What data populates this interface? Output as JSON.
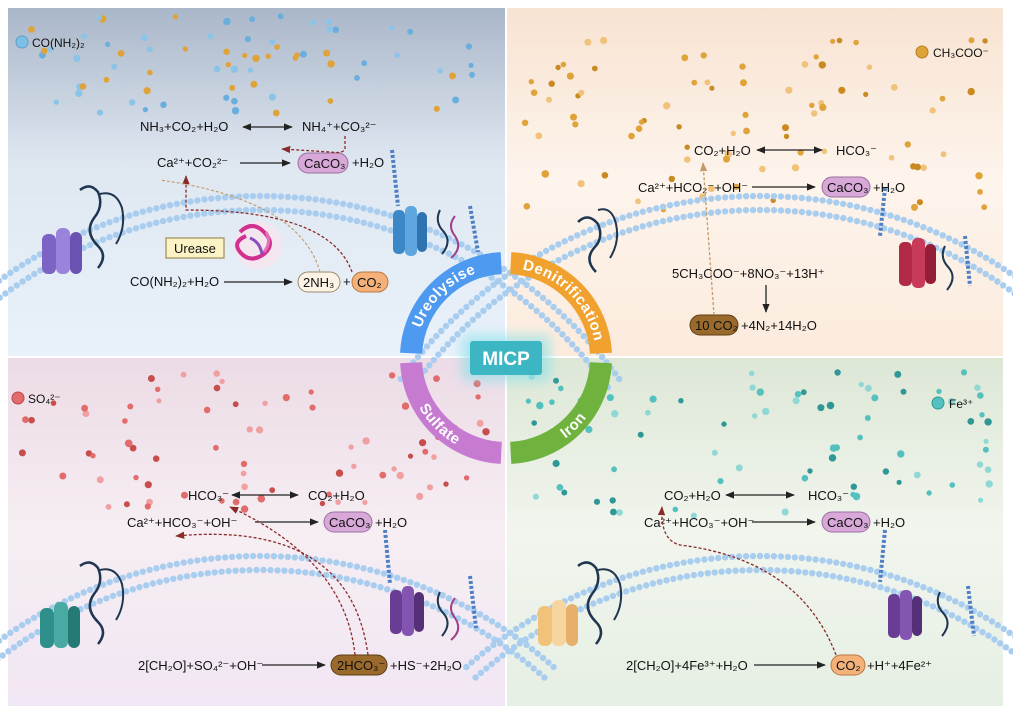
{
  "center": {
    "label": "MICP"
  },
  "ring": {
    "ureolysis": "Ureolysise",
    "denitrification": "Denitrification",
    "sulfate": "Sulfate",
    "iron": "Iron"
  },
  "colors": {
    "ureolysis_ring": "#4e9af0",
    "denitrification_ring": "#f0a12e",
    "sulfate_ring": "#c67ad0",
    "iron_ring": "#6fb23e",
    "micp_box": "#3cb6c2",
    "caco3_pill": "#d7a8d8",
    "co2_pill": "#f4b27a",
    "brown_pill": "#9a6a2c"
  },
  "ureolysis": {
    "legend": "CO(NH₂)₂",
    "eq1_left": "NH₃+CO₂+H₂O",
    "eq1_right": "NH₄⁺+CO₃²⁻",
    "eq2_left": "Ca²⁺+CO₂²⁻",
    "eq2_product": "CaCO₃",
    "eq2_rest": "+H₂O",
    "enzyme": "Urease",
    "eq3_left": "CO(NH₂)₂+H₂O",
    "eq3_product1": "2NH₃",
    "eq3_plus": "+",
    "eq3_product2": "CO₂"
  },
  "denitrification": {
    "legend": "CH₃COO⁻",
    "eq1_left": "CO₂+H₂O",
    "eq1_right": "HCO₃⁻",
    "eq2_left": "Ca²⁺+HCO₂⁻+OH⁻",
    "eq2_product": "CaCO₃",
    "eq2_rest": "+H₂O",
    "eq3": "5CH₃COO⁻+8NO₃⁻+13H⁺",
    "eq4_product": "10 CO₂",
    "eq4_rest": "+4N₂+14H₂O"
  },
  "sulfate": {
    "legend": "SO₄²⁻",
    "eq1_left": "HCO₃⁻",
    "eq1_right": "CO₂+H₂O",
    "eq2_left": "Ca²⁺+HCO₃⁻+OH⁻",
    "eq2_product": "CaCO₃",
    "eq2_rest": "+H₂O",
    "eq3_left": "2[CH₂O]+SO₄²⁻+OH⁻",
    "eq3_product": "2HCO₃⁻",
    "eq3_rest": "+HS⁻+2H₂O"
  },
  "iron": {
    "legend": "Fe³⁺",
    "eq1_left": "CO₂+H₂O",
    "eq1_right": "HCO₃⁻",
    "eq2_left": "Ca²⁺+HCO₃⁻+OH⁻",
    "eq2_product": "CaCO₃",
    "eq2_rest": "+H₂O",
    "eq3_left": "2[CH₂O]+4Fe³⁺+H₂O",
    "eq3_product": "CO₂",
    "eq3_rest": "+H⁺+4Fe²⁺"
  }
}
